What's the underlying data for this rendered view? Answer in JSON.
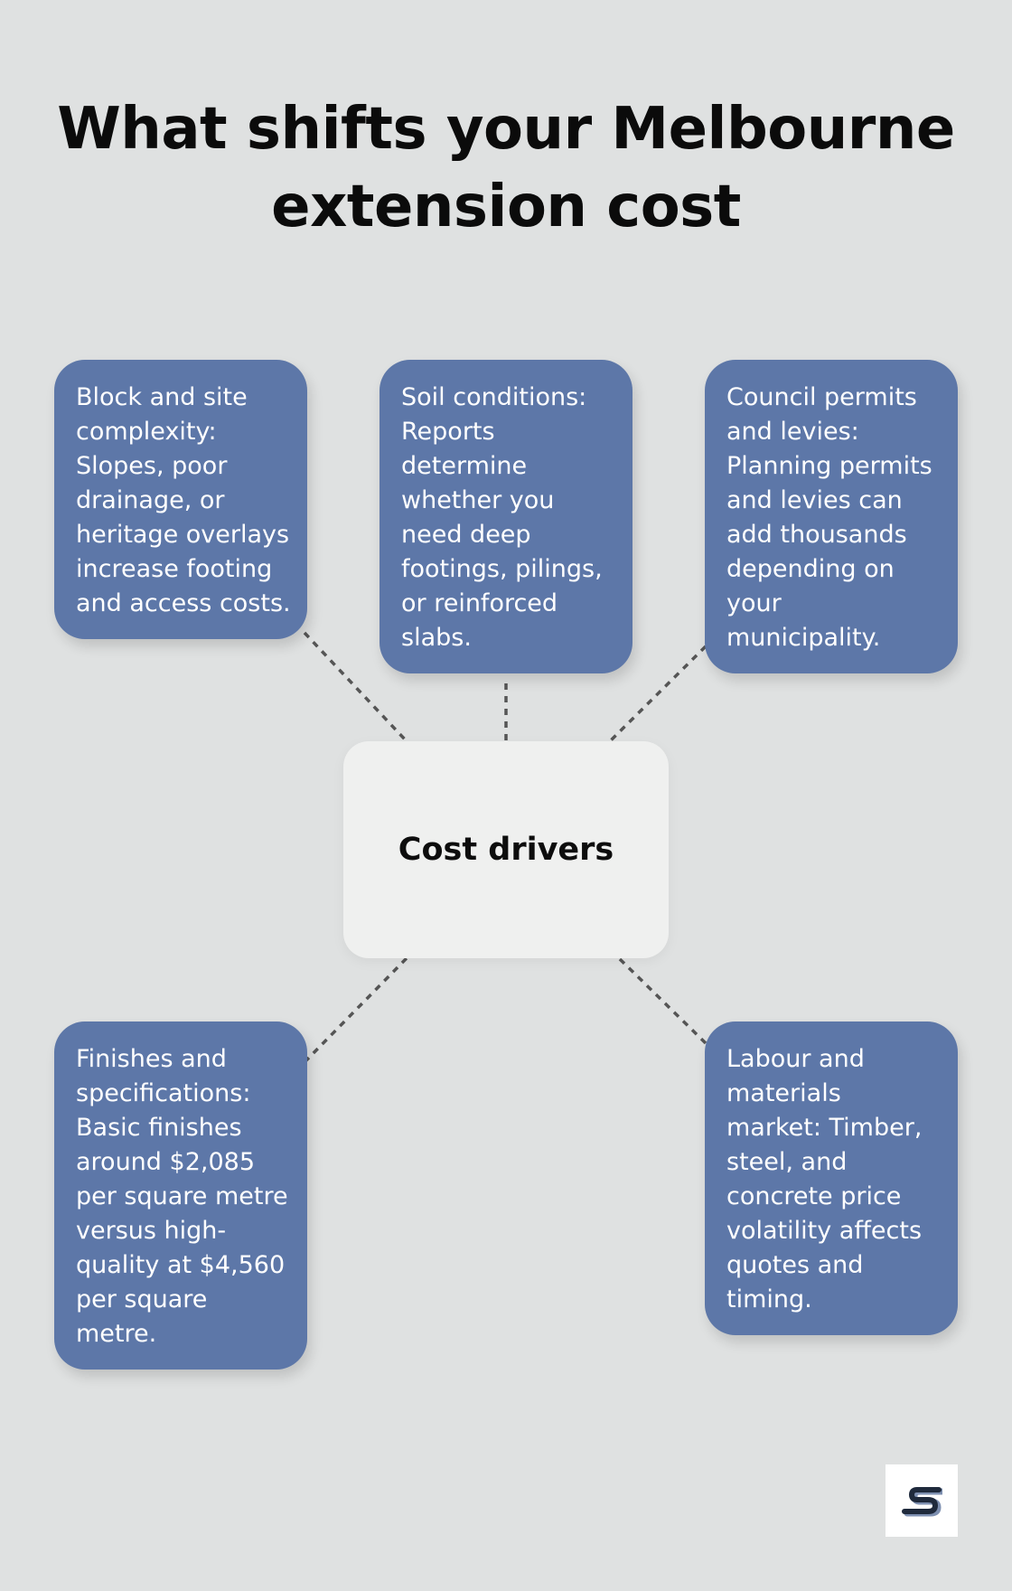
{
  "title": "What shifts your Melbourne extension cost",
  "center": {
    "label": "Cost drivers"
  },
  "cards": [
    {
      "text": "Block and site complexity: Slopes, poor drainage, or heritage overlays increase footing and access costs."
    },
    {
      "text": "Soil conditions: Reports determine whether you need deep footings, pilings, or reinforced slabs."
    },
    {
      "text": "Council permits and levies: Planning permits and levies can add thousands depending on your municipality."
    },
    {
      "text": "Finishes and specifications: Basic finishes around $2,085 per square metre versus high-quality at $4,560 per square metre."
    },
    {
      "text": "Labour and materials market: Timber, steel, and concrete price volatility affects quotes and timing."
    }
  ],
  "colors": {
    "background": "#dfe1e1",
    "card": "#5d77a8",
    "center": "#eff0ef",
    "connector": "#555555"
  },
  "logo": {
    "icon": "brand-logo-icon"
  }
}
